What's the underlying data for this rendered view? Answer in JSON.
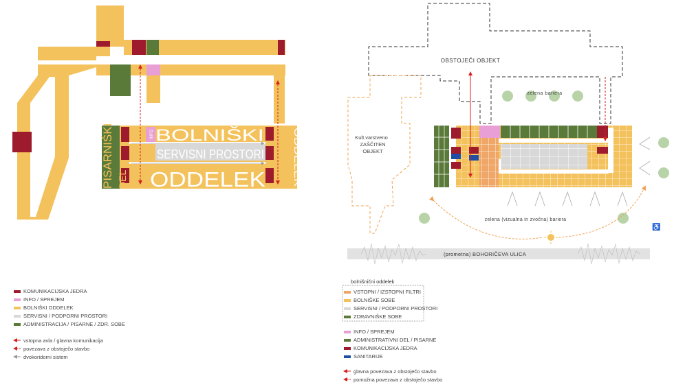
{
  "colors": {
    "yellow": "#f4c25c",
    "darkred": "#9e1b2e",
    "pink": "#e79fd6",
    "green": "#5a7a3a",
    "grey": "#d8d8d8",
    "orange": "#efa667",
    "blue": "#1f4fa5",
    "arrow_red": "#d42020",
    "dashed_dark": "#333333",
    "dashed_orange": "#f0a050",
    "tree_green": "#b9d3a8",
    "road": "#e2e2e2"
  },
  "left_plan": {
    "label_pisarniski": "PISARNIŠKI",
    "label_del": "DEL",
    "label_bolniski": "BOLNIŠKI",
    "label_servisni": "SERVISNI PROSTORI",
    "label_oddelek": "ODDELEK",
    "label_oddelek_right": "ODDELEK",
    "label_info": "INFO"
  },
  "left_legend": {
    "items": [
      {
        "label": "KOMUNIKACIJSKA JEDRA",
        "color": "#9e1b2e"
      },
      {
        "label": "INFO / SPREJEM",
        "color": "#e79fd6"
      },
      {
        "label": "BOLNIŠKI ODDELEK",
        "color": "#f4c25c"
      },
      {
        "label": "SERVISNI / PODPORNI PROSTORI",
        "color": "#d8d8d8"
      },
      {
        "label": "ADMINISTRACIJA / PISARNE / ZDR. SOBE",
        "color": "#5a7a3a"
      }
    ],
    "arrows": [
      {
        "label": "vstopna avla / glavna komunikacija",
        "style": "solid"
      },
      {
        "label": "povezava z obstoječo stavbo",
        "style": "dashed"
      },
      {
        "label": "dvokoridorni sistem",
        "style": "grey"
      }
    ]
  },
  "right_plan": {
    "existing": "OBSTOJEČI OBJEKT",
    "protected": [
      "Kult.varstveno",
      "ZAŠČITEN",
      "OBJEKT"
    ],
    "barrier_top": "zelena bariera",
    "barrier_bottom": "zelena (vizualna in zvočna) bariera",
    "street": "(prometna) BOHORIČEVA ULICA"
  },
  "right_legend": {
    "title": "bolnišnični oddelek",
    "group": [
      {
        "label": "VSTOPNI / IZSTOPNI FILTRI",
        "color": "#efa667"
      },
      {
        "label": "BOLNIŠKE SOBE",
        "color": "#f4c25c"
      },
      {
        "label": "SERVISNI / PODPORNI PROSTORI",
        "color": "#d8d8d8"
      },
      {
        "label": "ZDRAVNIŠKE SOBE",
        "color": "#5a7a3a"
      }
    ],
    "items": [
      {
        "label": "INFO / SPREJEM",
        "color": "#e79fd6"
      },
      {
        "label": "ADMINISTRATIVNI DEL / PISARNE",
        "color": "#5a7a3a"
      },
      {
        "label": "KOMUNIKACIJSKA JEDRA",
        "color": "#9e1b2e"
      },
      {
        "label": "SANITARIJE",
        "color": "#1f4fa5"
      }
    ],
    "arrows": [
      {
        "label": "glavna povezava z obstoječo stavbo",
        "style": "solid"
      },
      {
        "label": "pomožna povezava z obstoječo stavbo",
        "style": "dashed"
      }
    ]
  }
}
